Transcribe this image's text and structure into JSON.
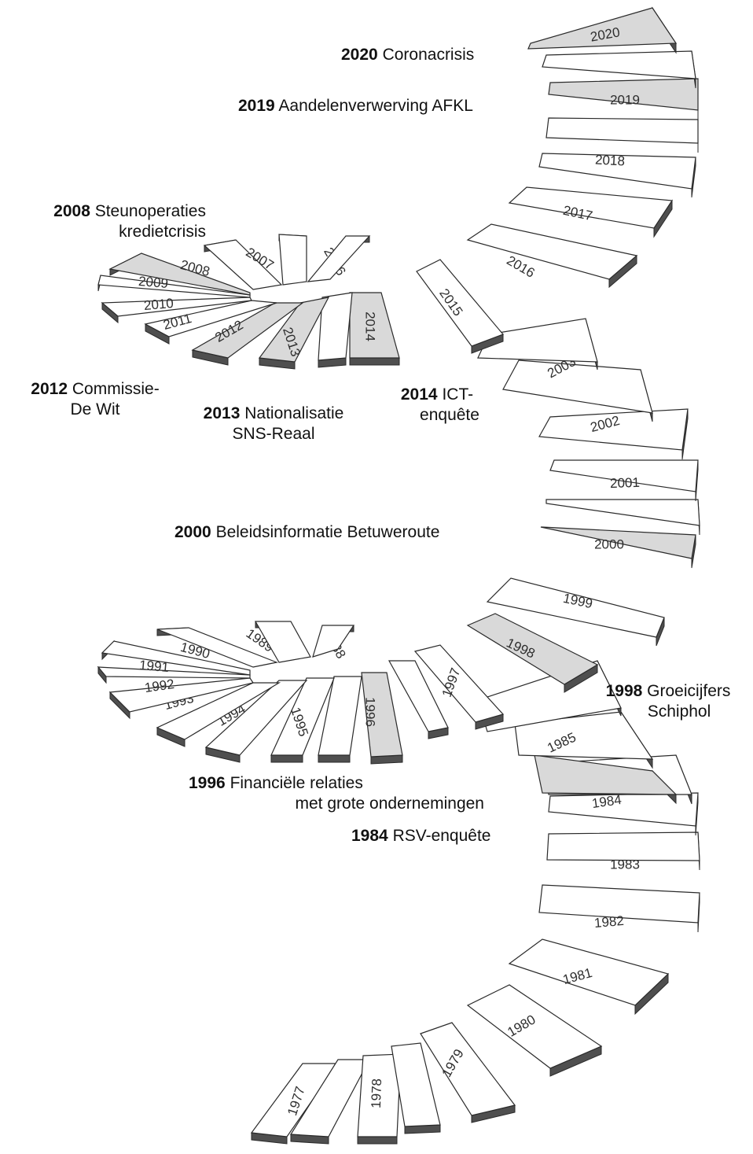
{
  "colors": {
    "tread": "#ffffff",
    "highlight": "#d9d9d9",
    "riser": "#4f4f4f",
    "outline": "#2a2a2a",
    "text": "#111111"
  },
  "steps": [
    {
      "label": "1977",
      "highlight": false
    },
    {
      "label": "",
      "highlight": false
    },
    {
      "label": "1978",
      "highlight": false
    },
    {
      "label": "",
      "highlight": false
    },
    {
      "label": "1979",
      "highlight": false
    },
    {
      "label": "1980",
      "highlight": false
    },
    {
      "label": "1981",
      "highlight": false
    },
    {
      "label": "1982",
      "highlight": false
    },
    {
      "label": "",
      "highlight": false
    },
    {
      "label": "1983",
      "highlight": false
    },
    {
      "label": "",
      "highlight": false
    },
    {
      "label": "1984",
      "highlight": true
    },
    {
      "label": "1985",
      "highlight": false
    },
    {
      "label": "",
      "highlight": false
    },
    {
      "label": "1998",
      "highlight": true
    },
    {
      "label": "1999",
      "highlight": false
    },
    {
      "label": "2000",
      "highlight": true
    },
    {
      "label": "",
      "highlight": false
    },
    {
      "label": "2001",
      "highlight": false
    },
    {
      "label": "2002",
      "highlight": false
    },
    {
      "label": "2003",
      "highlight": false
    },
    {
      "label": "",
      "highlight": false
    },
    {
      "label": "2015",
      "highlight": false
    },
    {
      "label": "2016",
      "highlight": false
    },
    {
      "label": "2017",
      "highlight": false
    },
    {
      "label": "2018",
      "highlight": false
    },
    {
      "label": "",
      "highlight": false
    },
    {
      "label": "2019",
      "highlight": true
    },
    {
      "label": "",
      "highlight": false
    },
    {
      "label": "2020",
      "highlight": true
    },
    {
      "label": "1997",
      "highlight": false
    },
    {
      "label": "",
      "highlight": false
    },
    {
      "label": "1996",
      "highlight": true
    },
    {
      "label": "",
      "highlight": false
    },
    {
      "label": "1995",
      "highlight": false
    },
    {
      "label": "1994",
      "highlight": false
    },
    {
      "label": "1993",
      "highlight": false
    },
    {
      "label": "1992",
      "highlight": false
    },
    {
      "label": "1991",
      "highlight": false
    },
    {
      "label": "1990",
      "highlight": false
    },
    {
      "label": "1989",
      "highlight": false
    },
    {
      "label": "1988",
      "highlight": false
    },
    {
      "label": "",
      "highlight": false
    },
    {
      "label": "2014",
      "highlight": true
    },
    {
      "label": "",
      "highlight": false
    },
    {
      "label": "2013",
      "highlight": true
    },
    {
      "label": "2012",
      "highlight": true
    },
    {
      "label": "2011",
      "highlight": false
    },
    {
      "label": "2010",
      "highlight": false
    },
    {
      "label": "2009",
      "highlight": false
    },
    {
      "label": "2008",
      "highlight": true
    },
    {
      "label": "2007",
      "highlight": false
    },
    {
      "label": "2006",
      "highlight": false
    },
    {
      "label": "",
      "highlight": false
    }
  ],
  "annotations": {
    "a2020": {
      "year": "2020",
      "line1": "Coronacrisis",
      "line2": ""
    },
    "a2019": {
      "year": "2019",
      "line1": "Aandelenverwerving AFKL",
      "line2": ""
    },
    "a2008": {
      "year": "2008",
      "line1": "Steunoperaties",
      "line2": "kredietcrisis"
    },
    "a2012": {
      "year": "2012",
      "line1": "Commissie-",
      "line2": "De Wit"
    },
    "a2013": {
      "year": "2013",
      "line1": "Nationalisatie",
      "line2": "SNS-Reaal"
    },
    "a2014": {
      "year": "2014",
      "line1": "ICT-",
      "line2": "enquête"
    },
    "a2000": {
      "year": "2000",
      "line1": "Beleidsinformatie Betuweroute",
      "line2": ""
    },
    "a1998": {
      "year": "1998",
      "line1": "Groeicijfers",
      "line2": "Schiphol"
    },
    "a1996": {
      "year": "1996",
      "line1": "Financiële relaties",
      "line2": "met grote ondernemingen"
    },
    "a1984": {
      "year": "1984",
      "line1": "RSV-enquête",
      "line2": ""
    }
  }
}
